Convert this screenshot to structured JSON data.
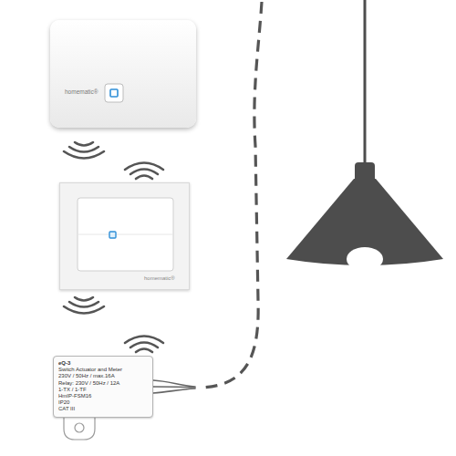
{
  "diagram": {
    "nodes": [
      {
        "text": [
          "homematic®"
        ]
      },
      {
        "text": [
          "homematic®"
        ]
      },
      {
        "text": [
          "eQ-3",
          "Switch Actuator and Meter",
          "230V / 50Hz / max.16A",
          "Relay: 230V / 50Hz / 12A",
          "1-TX / 1-TF",
          "HmIP-FSM16",
          "IP20",
          "CAT III"
        ]
      }
    ]
  }
}
